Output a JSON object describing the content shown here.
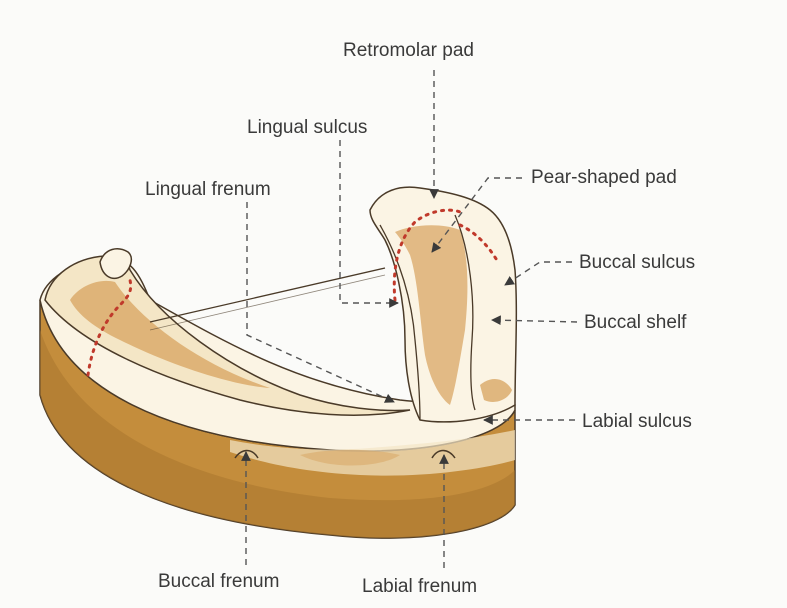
{
  "colors": {
    "background": "#fbfbf9",
    "base_tan": "#c8963f",
    "base_dark": "#a87630",
    "tissue_light": "#fbf4e4",
    "tissue_orange": "#d9a765",
    "outline": "#4a3a28",
    "dotted_red": "#c0392b",
    "leader": "#555555",
    "label_text": "#3a3a3a"
  },
  "labels": {
    "retromolar_pad": "Retromolar pad",
    "lingual_sulcus": "Lingual sulcus",
    "lingual_frenum": "Lingual frenum",
    "pear_shaped_pad": "Pear-shaped pad",
    "buccal_sulcus": "Buccal sulcus",
    "buccal_shelf": "Buccal shelf",
    "labial_sulcus": "Labial sulcus",
    "buccal_frenum": "Buccal frenum",
    "labial_frenum": "Labial frenum"
  }
}
